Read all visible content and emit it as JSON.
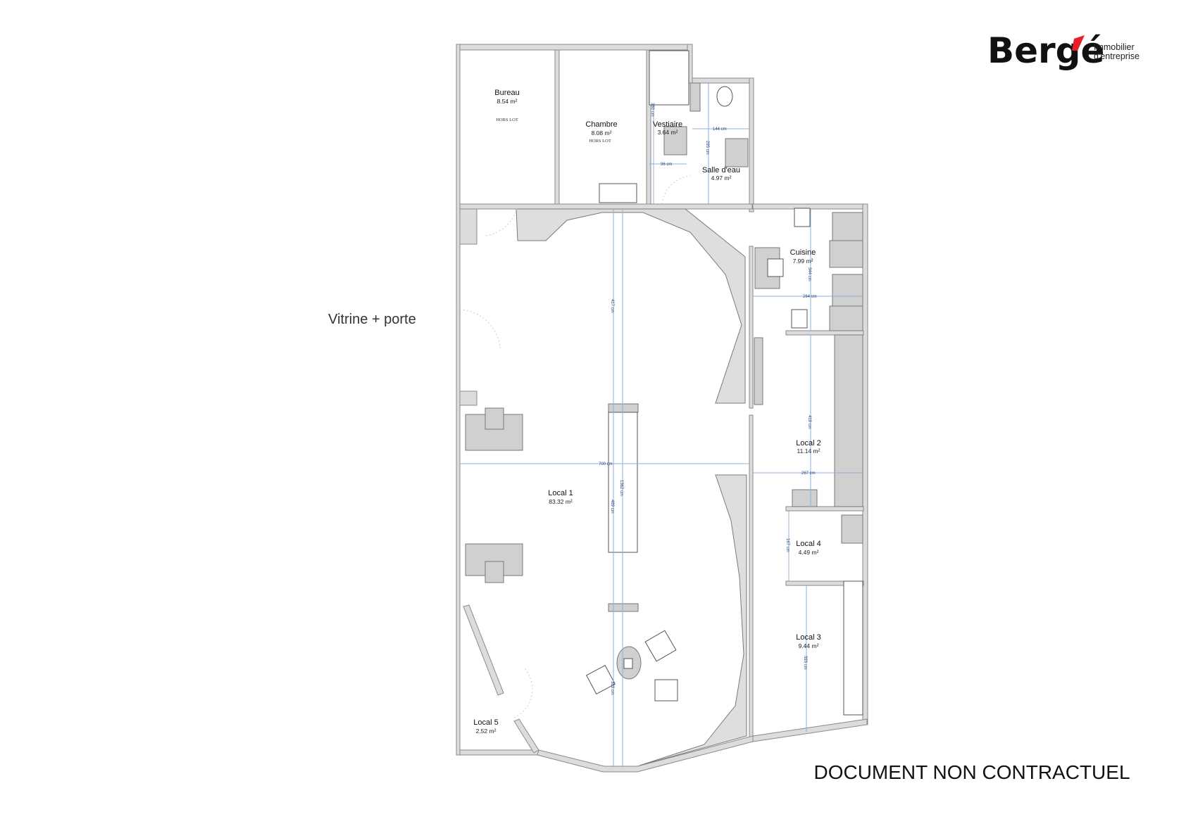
{
  "logo": {
    "brand": "Bergé",
    "tagline_1": "Immobilier",
    "tagline_2": "d'entreprise",
    "accent_color": "#e4202a"
  },
  "annotation": "Vitrine + porte",
  "disclaimer": "DOCUMENT NON CONTRACTUEL",
  "rooms": [
    {
      "name": "Bureau",
      "area": "8.54 m²",
      "note": "HORS LOT"
    },
    {
      "name": "Chambre",
      "area": "8.08 m²",
      "note": "HORS LOT"
    },
    {
      "name": "Vestiaire",
      "area": "3.64 m²"
    },
    {
      "name": "Salle d'eau",
      "area": "4.97 m²"
    },
    {
      "name": "Cuisine",
      "area": "7.99 m²"
    },
    {
      "name": "Local 1",
      "area": "83.32 m²"
    },
    {
      "name": "Local 2",
      "area": "11.14 m²"
    },
    {
      "name": "Local 4",
      "area": "4.49 m²"
    },
    {
      "name": "Local 3",
      "area": "9.44 m²"
    },
    {
      "name": "Local 5",
      "area": "2.52 m²"
    }
  ],
  "dimensions": [
    "144 cm",
    "295 cm",
    "96 cm",
    "380 cm",
    "344 cm",
    "264 cm",
    "417 cm",
    "700 cm",
    "1362 cm",
    "489 cm",
    "419 cm",
    "267 cm",
    "167 cm",
    "393 cm",
    "383 cm"
  ]
}
